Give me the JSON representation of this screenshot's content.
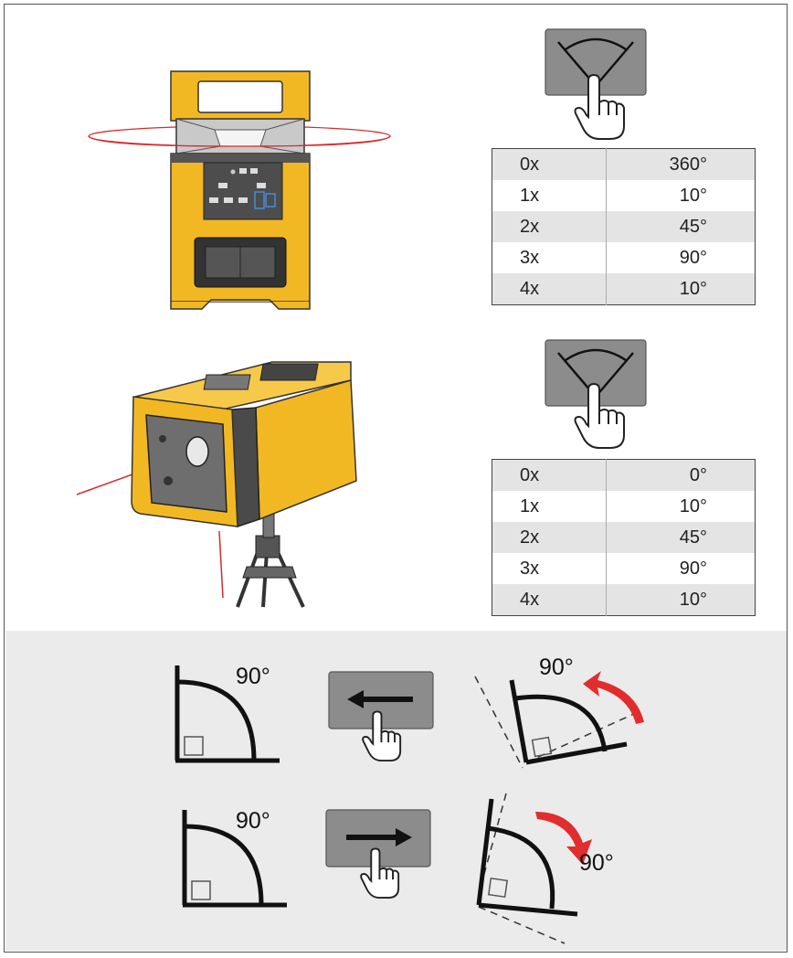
{
  "icons": {
    "rotate_icon": "rotate-laser-button-icon",
    "hand_icon": "pointing-hand-icon",
    "arrow_left": "arrow-left-icon",
    "arrow_right": "arrow-right-icon",
    "rotate_ccw": "rotate-counterclockwise-arrow-icon",
    "rotate_cw": "rotate-clockwise-arrow-icon"
  },
  "colors": {
    "laser": "#d92b2b",
    "body": "#f2b824",
    "button": "#8c8c8c",
    "rotation_arrow": "#e12d2d"
  },
  "horizontal_table": {
    "rows": [
      {
        "count": "0x",
        "angle": "360°"
      },
      {
        "count": "1x",
        "angle": "10°"
      },
      {
        "count": "2x",
        "angle": "45°"
      },
      {
        "count": "3x",
        "angle": "90°"
      },
      {
        "count": "4x",
        "angle": "10°"
      }
    ]
  },
  "vertical_table": {
    "rows": [
      {
        "count": "0x",
        "angle": "0°"
      },
      {
        "count": "1x",
        "angle": "10°"
      },
      {
        "count": "2x",
        "angle": "45°"
      },
      {
        "count": "3x",
        "angle": "90°"
      },
      {
        "count": "4x",
        "angle": "10°"
      }
    ]
  },
  "rotation": {
    "left_label_before": "90°",
    "left_label_after": "90°",
    "right_label_before": "90°",
    "right_label_after": "90°"
  }
}
